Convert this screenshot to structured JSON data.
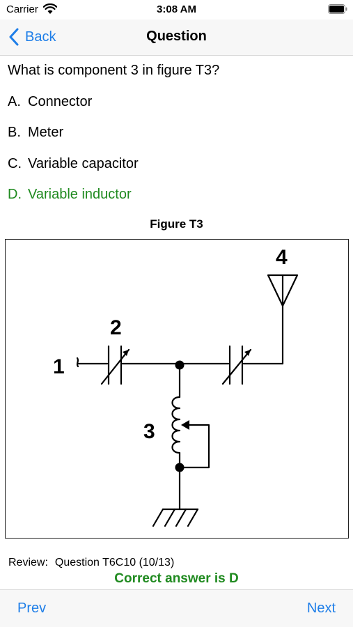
{
  "status": {
    "carrier": "Carrier",
    "time": "3:08 AM"
  },
  "nav": {
    "back_label": "Back",
    "title": "Question"
  },
  "question": {
    "text": "What is component 3 in figure T3?",
    "choices": [
      {
        "letter": "A.",
        "text": "Connector",
        "correct": false
      },
      {
        "letter": "B.",
        "text": "Meter",
        "correct": false
      },
      {
        "letter": "C.",
        "text": "Variable capacitor",
        "correct": false
      },
      {
        "letter": "D.",
        "text": "Variable inductor",
        "correct": true
      }
    ]
  },
  "figure": {
    "title": "Figure T3",
    "labels": {
      "c1": "1",
      "c2": "2",
      "c3": "3",
      "c4": "4"
    }
  },
  "review": {
    "label": "Review:",
    "question": "Question T6C10 (10/13)"
  },
  "result": {
    "text": "Correct answer is D",
    "color": "#1f8a1f"
  },
  "toolbar": {
    "prev_label": "Prev",
    "next_label": "Next"
  },
  "colors": {
    "accent": "#1e7ee8",
    "correct": "#1f8a1f"
  }
}
